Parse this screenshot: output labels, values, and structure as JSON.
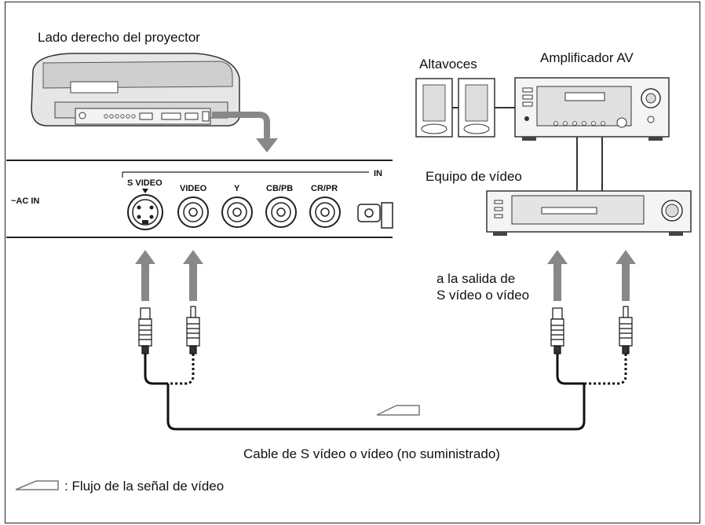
{
  "labels": {
    "projector_side": "Lado derecho del proyector",
    "speakers": "Altavoces",
    "av_amplifier": "Amplificador AV",
    "video_equipment": "Equipo de vídeo",
    "output_line1": "a la salida de",
    "output_line2": "S vídeo o vídeo",
    "cable": "Cable de S vídeo o vídeo (no suministrado)",
    "legend": ": Flujo de la señal de vídeo"
  },
  "panel": {
    "ac_in": "~AC IN",
    "s_video": "S VIDEO",
    "video": "VIDEO",
    "y": "Y",
    "cb_pb": "CB/PB",
    "cr_pr": "CR/PR",
    "input": "IN"
  }
}
